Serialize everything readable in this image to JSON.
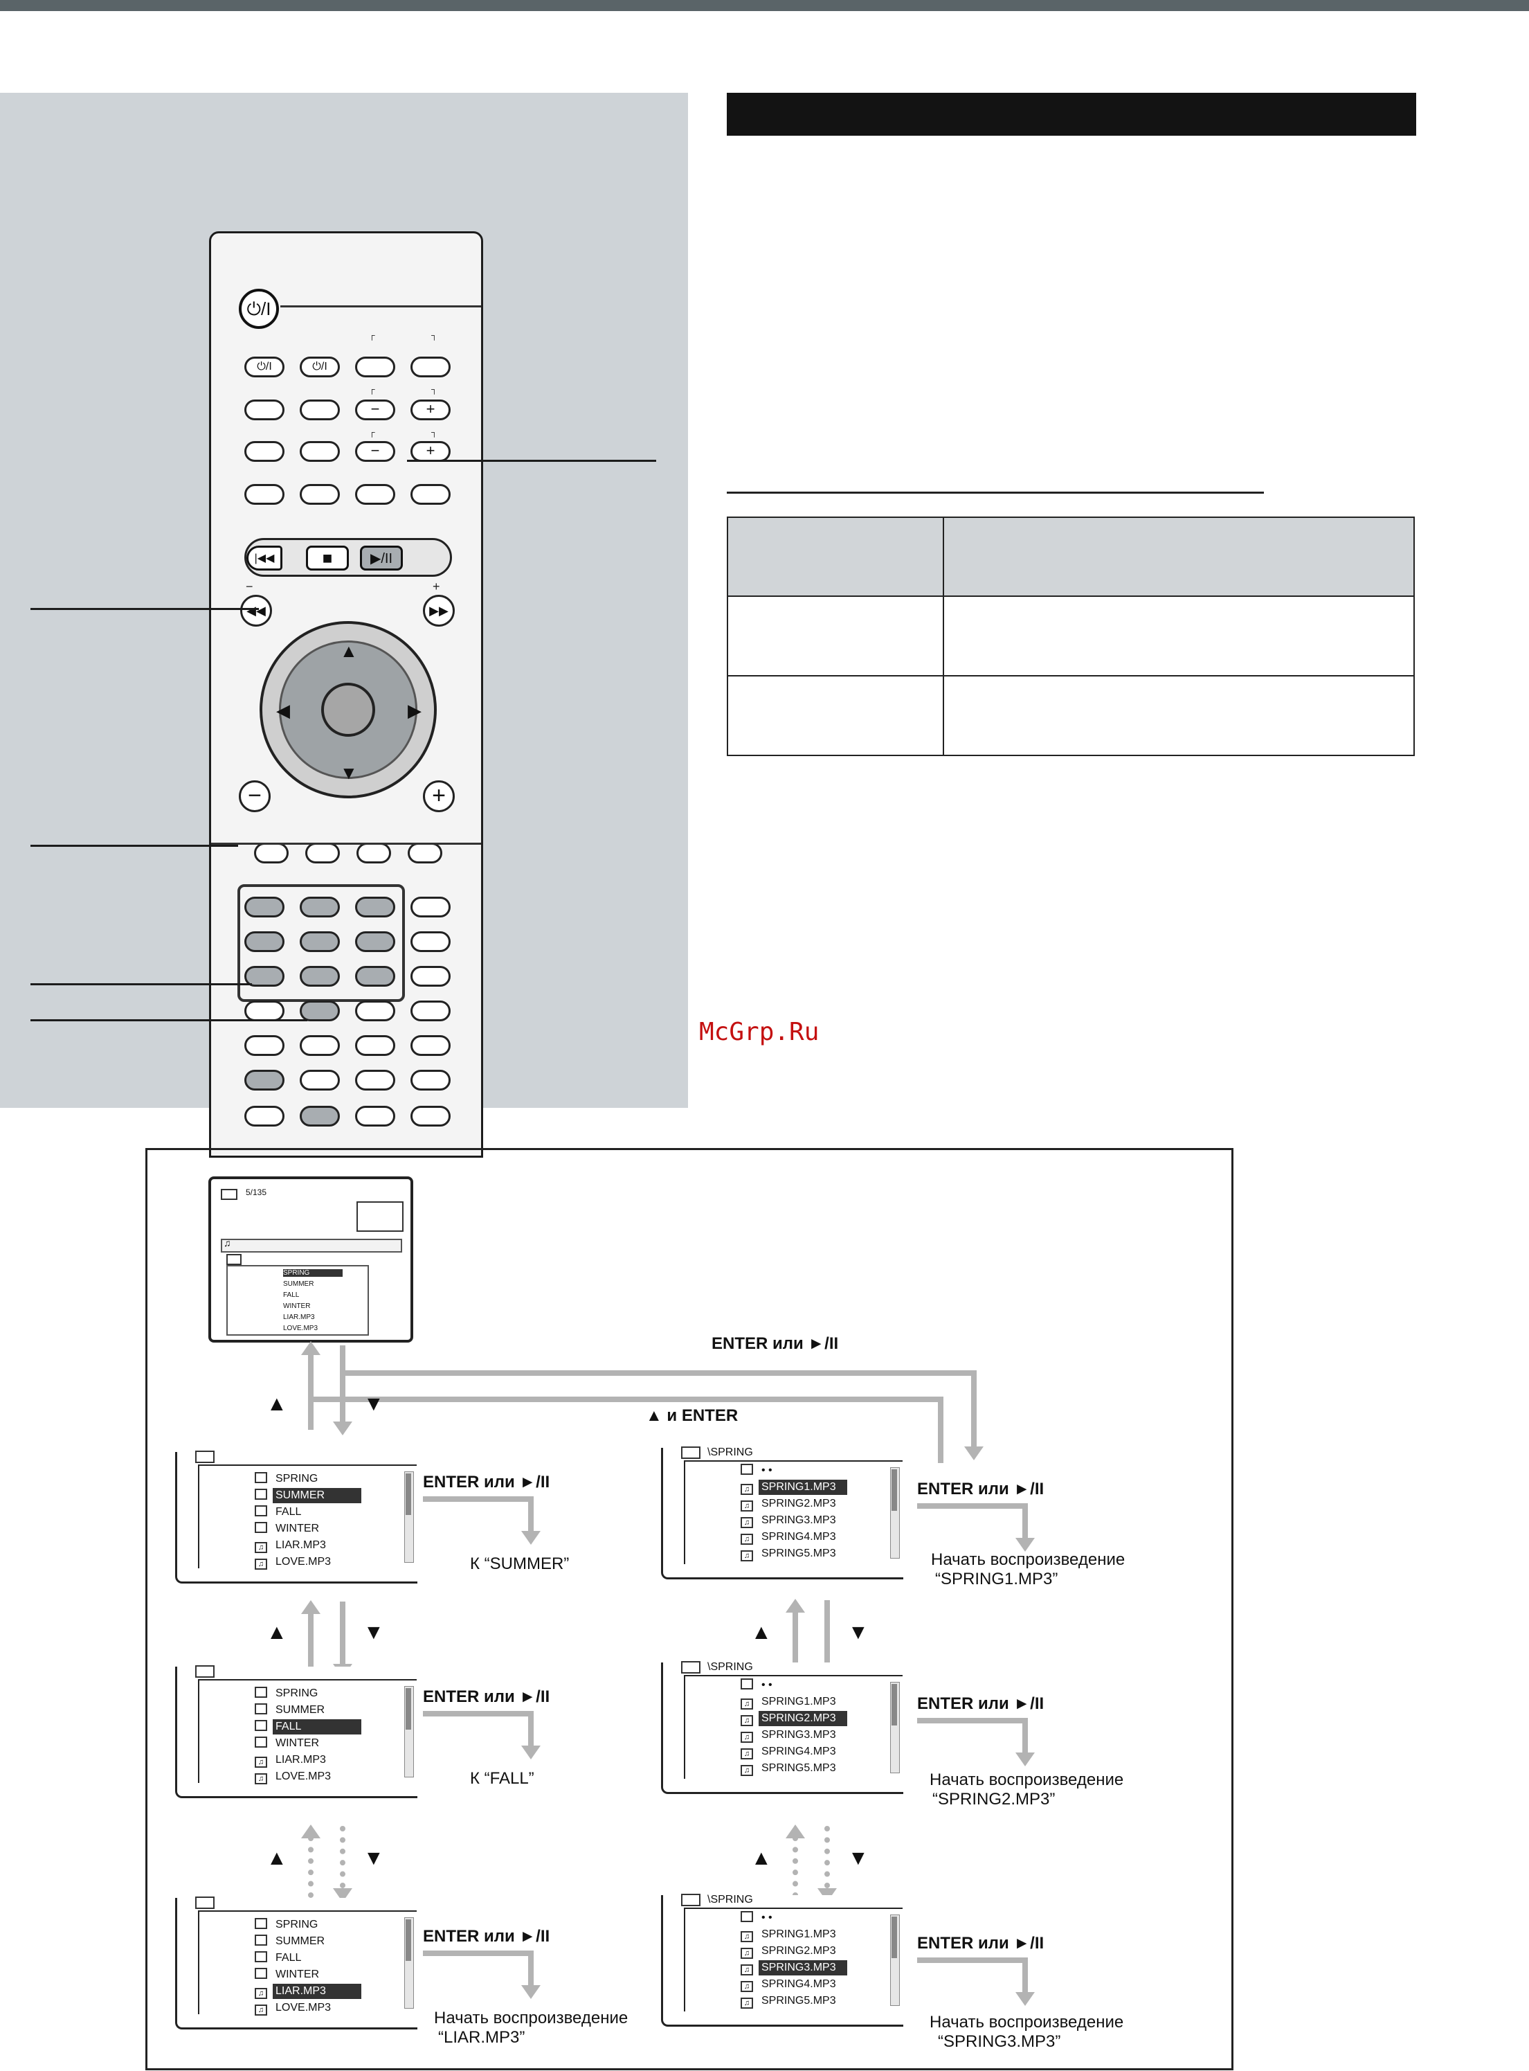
{
  "watermark": "McGrp.Ru",
  "remote": {
    "power_symbol": "⏻/I",
    "small_power_symbol": "⏻/I",
    "minus": "−",
    "plus": "+",
    "prev_symbol": "|◀◀",
    "stop_symbol": "■",
    "play_pause_symbol": "▶/II",
    "rew_symbol": "◀◀",
    "ffw_symbol": "▶▶",
    "up": "▲",
    "down": "▼",
    "left": "◀",
    "right": "▶"
  },
  "diagram": {
    "big_screen": {
      "track_info": "5/135",
      "items": [
        "SPRING",
        "SUMMER",
        "FALL",
        "WINTER",
        "LIAR.MP3",
        "LOVE.MP3"
      ],
      "selected": 0
    },
    "top_right_label": "ENTER или ►/II",
    "up_and_enter": "▲ и ENTER",
    "root_list": [
      "SPRING",
      "SUMMER",
      "FALL",
      "WINTER",
      "LIAR.MP3",
      "LOVE.MP3"
    ],
    "spring_path": "\\SPRING",
    "parent_dots": "• •",
    "spring_list": [
      "SPRING1.MP3",
      "SPRING2.MP3",
      "SPRING3.MP3",
      "SPRING4.MP3",
      "SPRING5.MP3"
    ],
    "enter_label": "ENTER или ►/II",
    "up_tri": "▲",
    "down_tri": "▼",
    "left_captions": [
      "К “SUMMER”",
      "К “FALL”",
      "Начать воспроизведение",
      "“LIAR.MP3”"
    ],
    "right_captions": [
      "Начать воспроизведение",
      "“SPRING1.MP3”",
      "Начать воспроизведение",
      "“SPRING2.MP3”",
      "Начать воспроизведение",
      "“SPRING3.MP3”"
    ]
  }
}
